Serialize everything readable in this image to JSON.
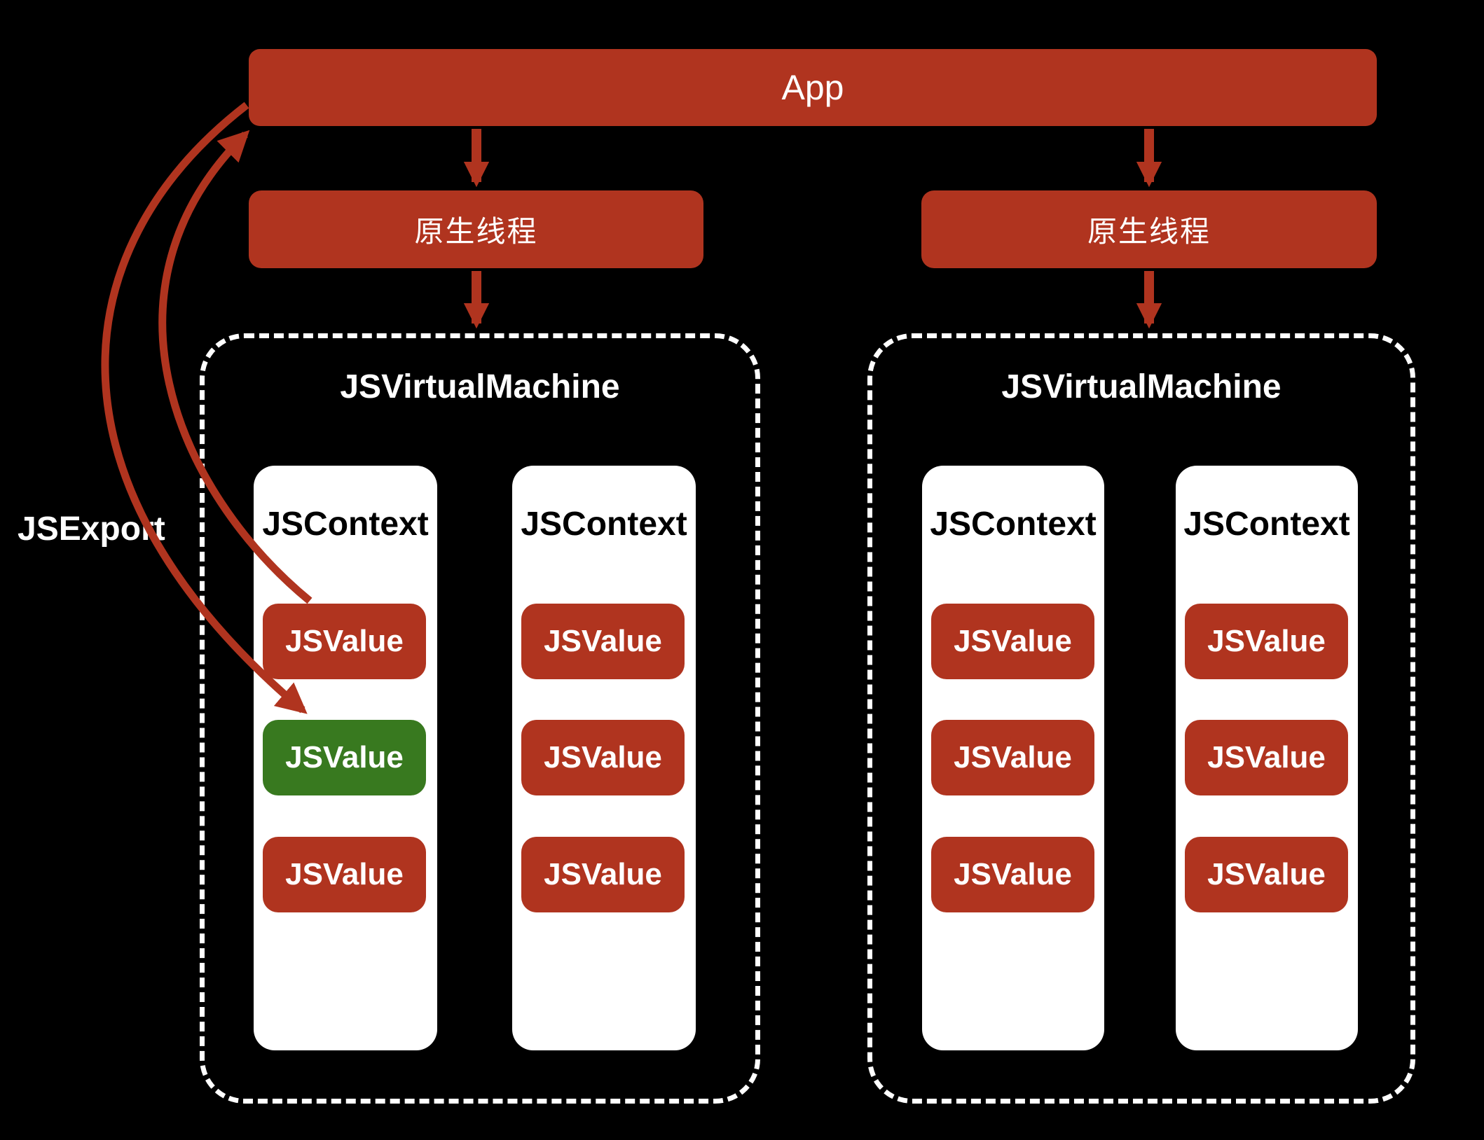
{
  "colors": {
    "red": "#B0341F",
    "green": "#38791F",
    "background": "#000000",
    "light_text": "#FFFFFF",
    "dark_text": "#000000",
    "container_border": "#FFFFFF"
  },
  "app": {
    "label": "App"
  },
  "native_threads": [
    {
      "label": "原生线程"
    },
    {
      "label": "原生线程"
    }
  ],
  "jsexport": {
    "label": "JSExport"
  },
  "vms": [
    {
      "title": "JSVirtualMachine",
      "contexts": [
        {
          "title": "JSContext",
          "values": [
            {
              "label": "JSValue",
              "variant": "red"
            },
            {
              "label": "JSValue",
              "variant": "green"
            },
            {
              "label": "JSValue",
              "variant": "red"
            }
          ]
        },
        {
          "title": "JSContext",
          "values": [
            {
              "label": "JSValue",
              "variant": "red"
            },
            {
              "label": "JSValue",
              "variant": "red"
            },
            {
              "label": "JSValue",
              "variant": "red"
            }
          ]
        }
      ]
    },
    {
      "title": "JSVirtualMachine",
      "contexts": [
        {
          "title": "JSContext",
          "values": [
            {
              "label": "JSValue",
              "variant": "red"
            },
            {
              "label": "JSValue",
              "variant": "red"
            },
            {
              "label": "JSValue",
              "variant": "red"
            }
          ]
        },
        {
          "title": "JSContext",
          "values": [
            {
              "label": "JSValue",
              "variant": "red"
            },
            {
              "label": "JSValue",
              "variant": "red"
            },
            {
              "label": "JSValue",
              "variant": "red"
            }
          ]
        }
      ]
    }
  ],
  "connections": [
    {
      "from": "App",
      "to": "原生线程 (left)",
      "style": "straight-arrow"
    },
    {
      "from": "App",
      "to": "原生线程 (right)",
      "style": "straight-arrow"
    },
    {
      "from": "原生线程 (left)",
      "to": "JSVirtualMachine (left)",
      "style": "straight-arrow"
    },
    {
      "from": "原生线程 (right)",
      "to": "JSVirtualMachine (right)",
      "style": "straight-arrow"
    },
    {
      "from": "JSValue (red, context 1)",
      "to": "App",
      "style": "curved-arrow"
    },
    {
      "from": "App",
      "to": "JSValue (green, context 1)",
      "style": "curved-arrow"
    }
  ]
}
